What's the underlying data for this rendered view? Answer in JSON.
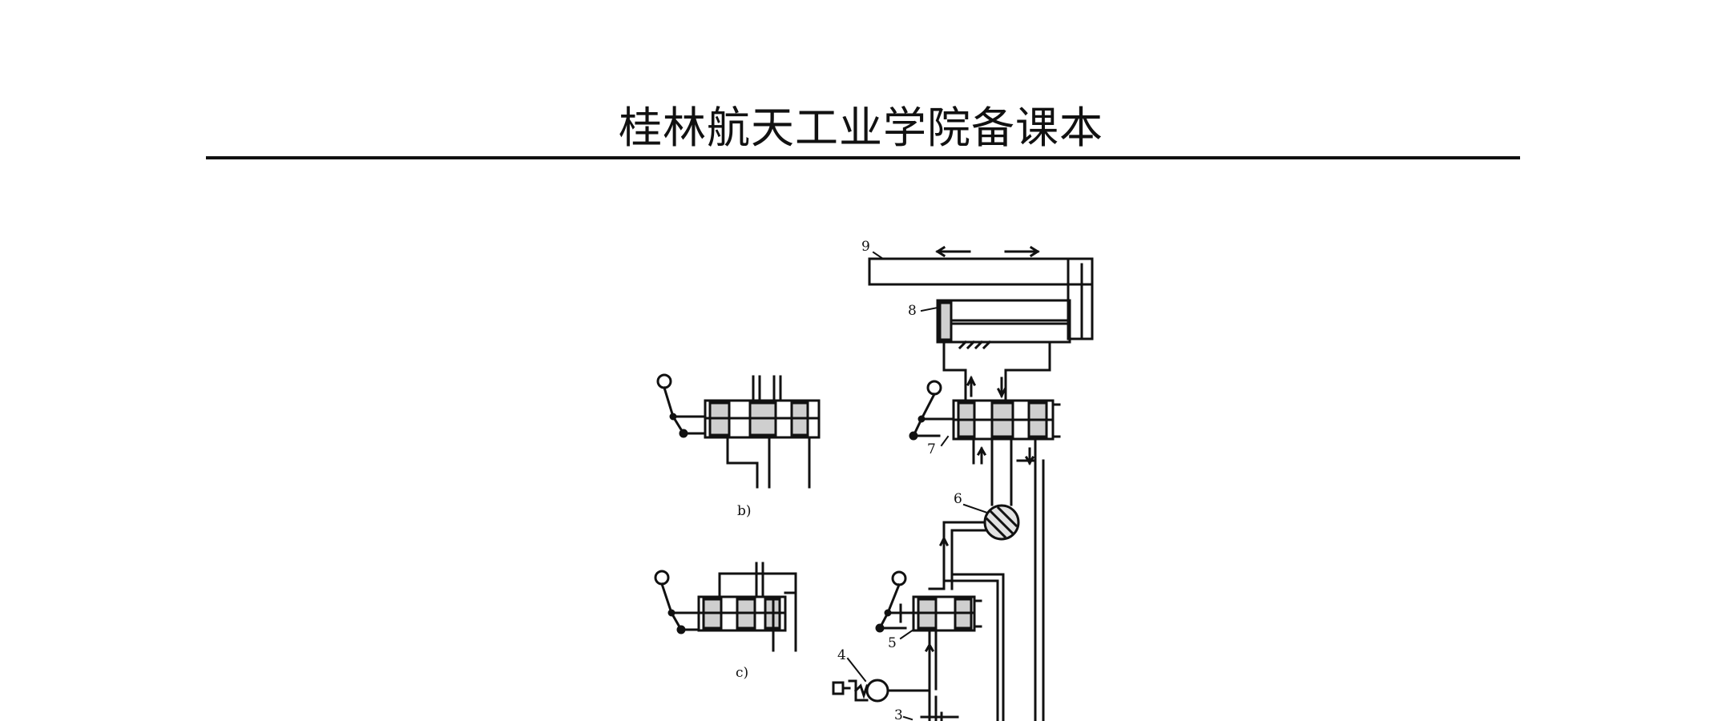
{
  "header": {
    "title": "桂林航天工业学院备课本"
  },
  "figure": {
    "part_labels": {
      "b": "b)",
      "c": "c)"
    },
    "callouts": [
      "9",
      "8",
      "7",
      "6",
      "5",
      "4",
      "3"
    ]
  },
  "colors": {
    "ink": "#111111",
    "paper": "#ffffff"
  }
}
